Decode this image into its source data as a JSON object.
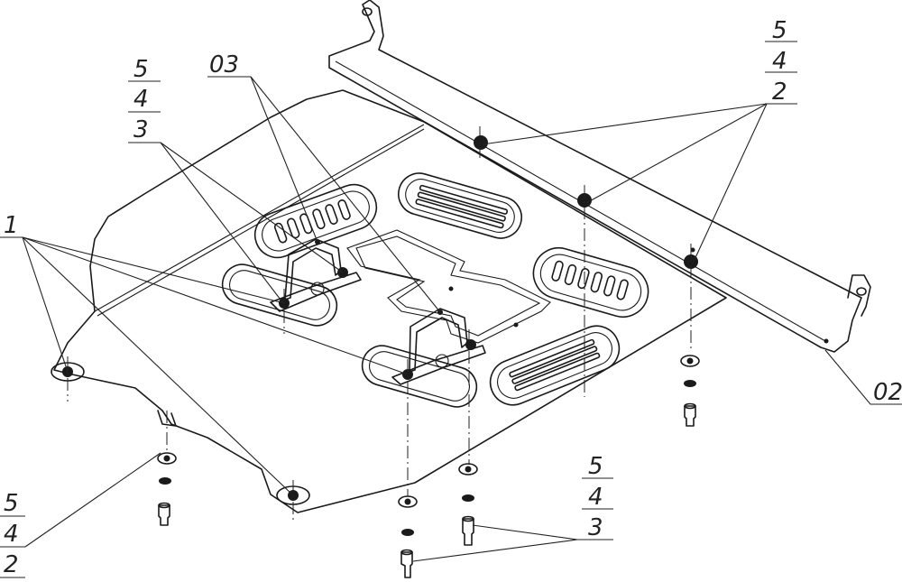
{
  "callouts": {
    "bar_stack": [
      "5",
      "4",
      "2"
    ],
    "bar_label": "02",
    "bracket_label": "03",
    "left_stack": [
      "5",
      "4",
      "3"
    ],
    "item1": "1",
    "bottom_left_stack": [
      "5",
      "4",
      "2"
    ],
    "bottom_center_stack": [
      "5",
      "4",
      "3"
    ]
  },
  "colors": {
    "line": "#1a1a1a",
    "background": "#ffffff"
  }
}
